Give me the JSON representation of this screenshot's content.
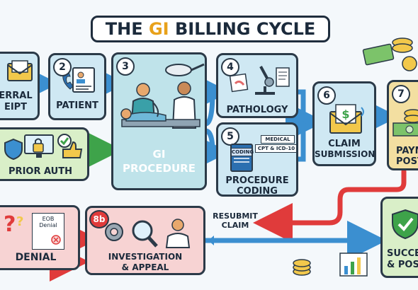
{
  "title": {
    "prefix": "THE ",
    "highlight": "GI",
    "suffix": " BILLING CYCLE"
  },
  "steps": [
    {
      "number": "",
      "label_line1": "ERRAL",
      "label_line2": "EIPT"
    },
    {
      "number": "2",
      "label": "PATIENT"
    },
    {
      "number": "",
      "label": "PRIOR AUTH"
    },
    {
      "number": "3",
      "label_line1": "GI",
      "label_line2": "PROCEDURE"
    },
    {
      "number": "4",
      "label": "PATHOLOGY"
    },
    {
      "number": "5",
      "label_line1": "PROCEDURE",
      "label_line2": "CODING",
      "tag_coding": "CODING",
      "tag_medical": "MEDICAL",
      "tag_cpt": "CPT & ICD-10"
    },
    {
      "number": "6",
      "label_line1": "CLAIM",
      "label_line2": "SUBMISSION"
    },
    {
      "number": "7",
      "label_line1": "PAYM",
      "label_line2": "POST"
    },
    {
      "number": "",
      "label": "DENIAL",
      "doc_line1": "EOB",
      "doc_line2": "Denial"
    },
    {
      "number": "8b",
      "label_line1": "INVESTIGATION",
      "label_line2": "& APPEAL"
    },
    {
      "number": "",
      "label_line1": "SUCCE",
      "label_line2": "& POS"
    }
  ],
  "resubmit": {
    "line1": "RESUBMIT",
    "line2": "CLAIM"
  },
  "colors": {
    "blue_box": "#cfe8f3",
    "green_box": "#d9efc8",
    "red_box": "#f7d3d3",
    "teal_box": "#bfe3ea",
    "arrow_blue": "#3b8fd0",
    "arrow_red": "#e03b3b",
    "arrow_green": "#3ea34a"
  }
}
